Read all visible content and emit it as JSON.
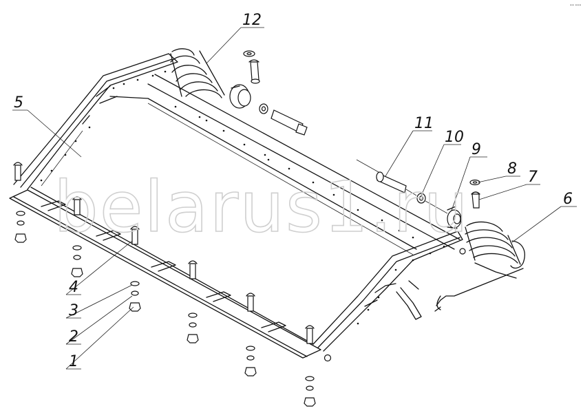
{
  "watermark": "belarus1.ru",
  "corner_mark": "•• •••",
  "callouts": [
    "1",
    "2",
    "3",
    "4",
    "5",
    "6",
    "7",
    "8",
    "9",
    "10",
    "11",
    "12"
  ],
  "colors": {
    "line": "#111111",
    "background": "#ffffff",
    "watermark_outline": "#cfcfcf"
  }
}
